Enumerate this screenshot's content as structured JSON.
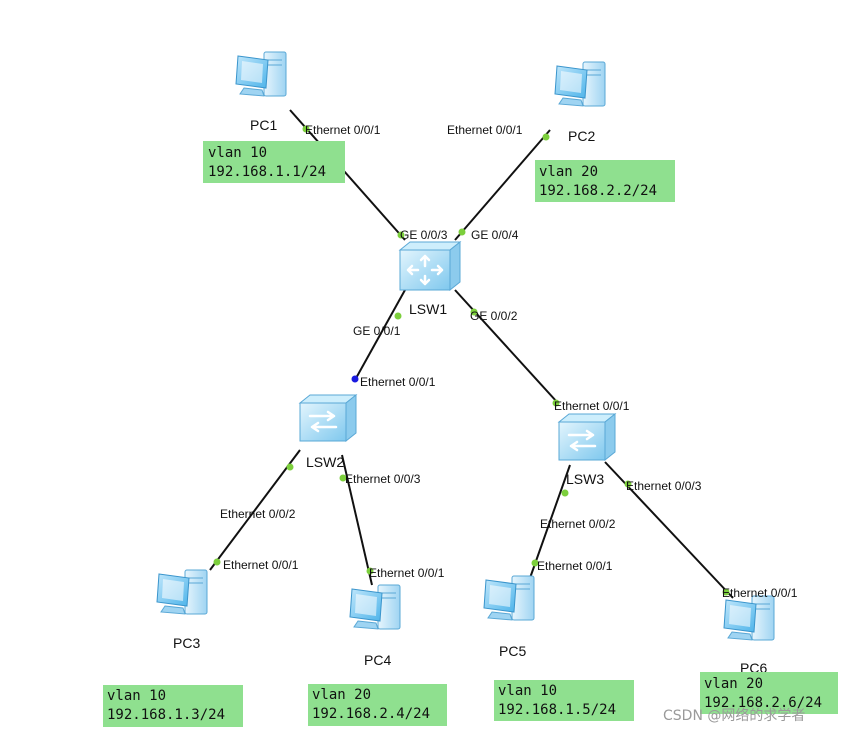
{
  "devices": {
    "pc1": "PC1",
    "pc2": "PC2",
    "pc3": "PC3",
    "pc4": "PC4",
    "pc5": "PC5",
    "pc6": "PC6",
    "lsw1": "LSW1",
    "lsw2": "LSW2",
    "lsw3": "LSW3"
  },
  "ports": {
    "pc1_e001": "Ethernet 0/0/1",
    "pc2_e001": "Ethernet 0/0/1",
    "lsw1_ge003": "GE 0/0/3",
    "lsw1_ge004": "GE 0/0/4",
    "lsw1_ge001": "GE 0/0/1",
    "lsw1_ge002": "GE 0/0/2",
    "lsw2_e001": "Ethernet 0/0/1",
    "lsw2_e002": "Ethernet 0/0/2",
    "lsw2_e003": "Ethernet 0/0/3",
    "pc3_e001": "Ethernet 0/0/1",
    "pc4_e001": "Ethernet 0/0/1",
    "lsw3_e001": "Ethernet 0/0/1",
    "lsw3_e002": "Ethernet 0/0/2",
    "lsw3_e003": "Ethernet 0/0/3",
    "pc5_e001": "Ethernet 0/0/1",
    "pc6_e001": "Ethernet 0/0/1"
  },
  "notes": {
    "pc1": {
      "vlan": "vlan 10",
      "ip": "192.168.1.1/24"
    },
    "pc2": {
      "vlan": "vlan 20",
      "ip": "192.168.2.2/24"
    },
    "pc3": {
      "vlan": "vlan 10",
      "ip": "192.168.1.3/24"
    },
    "pc4": {
      "vlan": "vlan 20",
      "ip": "192.168.2.4/24"
    },
    "pc5": {
      "vlan": "vlan 10",
      "ip": "192.168.1.5/24"
    },
    "pc6": {
      "vlan": "vlan 20",
      "ip": "192.168.2.6/24"
    }
  },
  "watermark": "CSDN @网络的求学者",
  "colors": {
    "note_bg": "#8fe08f",
    "port_up": "#7ccf3c",
    "port_highlight": "#1a1ae0"
  },
  "icons": {
    "pc": "desktop-pc-icon",
    "core_switch": "l3-switch-icon",
    "access_switch": "l2-switch-icon"
  }
}
